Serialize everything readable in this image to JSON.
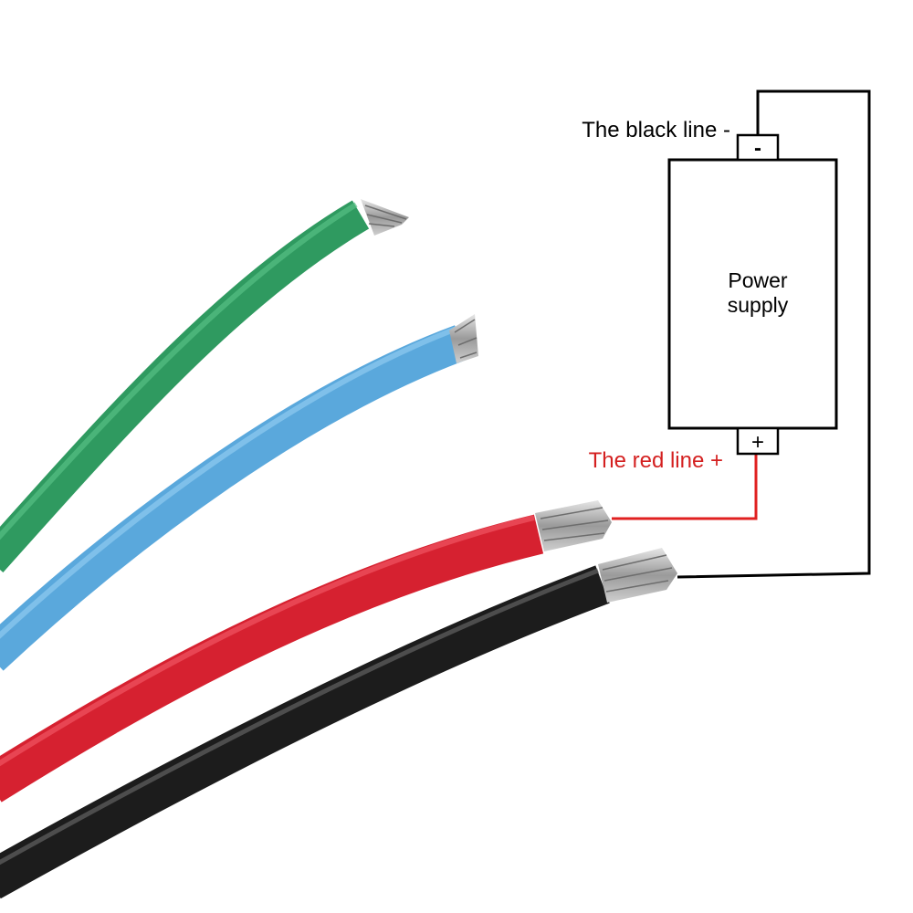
{
  "diagram": {
    "black_line_label": "The black line -",
    "red_line_label": "The red line +",
    "power_supply_line1": "Power",
    "power_supply_line2": "supply",
    "minus_symbol": "-",
    "plus_symbol": "+"
  },
  "wires": [
    {
      "color_name": "green",
      "color": "#2f9a60"
    },
    {
      "color_name": "blue",
      "color": "#5aa8dc"
    },
    {
      "color_name": "red",
      "color": "#d62130"
    },
    {
      "color_name": "black",
      "color": "#1c1c1c"
    }
  ],
  "colors": {
    "red_label": "#d42020",
    "red_connector": "#e02020",
    "black_connector": "#000000",
    "strands": "#b8b8b8"
  }
}
